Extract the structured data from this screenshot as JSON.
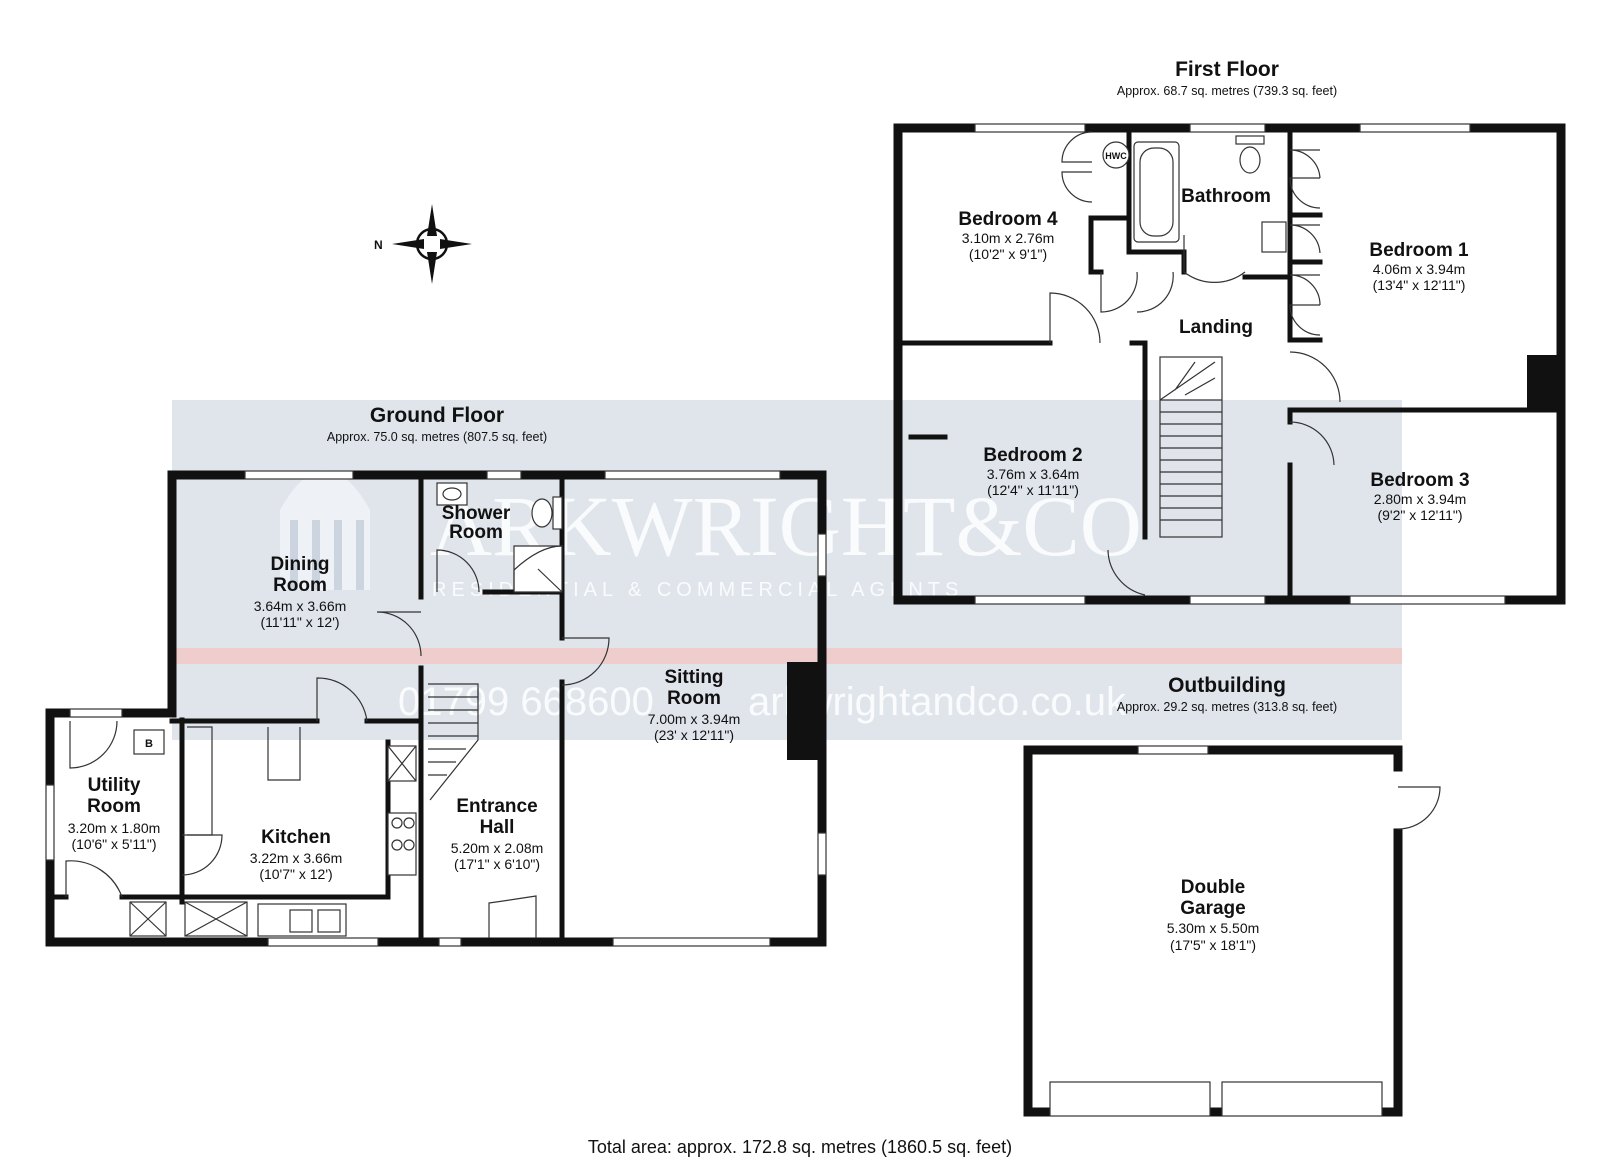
{
  "total_area": "Total area: approx. 172.8 sq. metres (1860.5 sq. feet)",
  "compass": {
    "label": "N"
  },
  "watermark": {
    "brand_name": "ARKWRIGHT&CO",
    "tagline": "RESIDENTIAL & COMMERCIAL AGENTS",
    "phone": "01799 668600",
    "website": "arkwrightandco.co.uk"
  },
  "floors": {
    "ground": {
      "title": "Ground Floor",
      "area": "Approx. 75.0 sq. metres (807.5 sq. feet)",
      "rooms": {
        "dining": {
          "name_line1": "Dining",
          "name_line2": "Room",
          "dim_m": "3.64m x 3.66m",
          "dim_ft": "(11'11\" x 12')"
        },
        "shower": {
          "name_line1": "Shower",
          "name_line2": "Room"
        },
        "sitting": {
          "name_line1": "Sitting",
          "name_line2": "Room",
          "dim_m": "7.00m x 3.94m",
          "dim_ft": "(23' x 12'11\")"
        },
        "utility": {
          "name_line1": "Utility",
          "name_line2": "Room",
          "dim_m": "3.20m x 1.80m",
          "dim_ft": "(10'6\" x 5'11\")"
        },
        "kitchen": {
          "name": "Kitchen",
          "dim_m": "3.22m x 3.66m",
          "dim_ft": "(10'7\" x 12')"
        },
        "entrance": {
          "name_line1": "Entrance",
          "name_line2": "Hall",
          "dim_m": "5.20m x 2.08m",
          "dim_ft": "(17'1\" x 6'10\")"
        }
      },
      "boiler_label": "B"
    },
    "first": {
      "title": "First Floor",
      "area": "Approx. 68.7 sq. metres (739.3 sq. feet)",
      "rooms": {
        "bedroom4": {
          "name": "Bedroom 4",
          "dim_m": "3.10m x 2.76m",
          "dim_ft": "(10'2\" x 9'1\")"
        },
        "bathroom": {
          "name": "Bathroom"
        },
        "bedroom1": {
          "name": "Bedroom 1",
          "dim_m": "4.06m x 3.94m",
          "dim_ft": "(13'4\" x 12'11\")"
        },
        "landing": {
          "name": "Landing"
        },
        "bedroom2": {
          "name": "Bedroom 2",
          "dim_m": "3.76m x 3.64m",
          "dim_ft": "(12'4\" x 11'11\")"
        },
        "bedroom3": {
          "name": "Bedroom 3",
          "dim_m": "2.80m x 3.94m",
          "dim_ft": "(9'2\" x 12'11\")"
        }
      },
      "hwc_label": "HWC"
    },
    "outbuilding": {
      "title": "Outbuilding",
      "area": "Approx. 29.2 sq. metres (313.8 sq. feet)",
      "rooms": {
        "garage": {
          "name_line1": "Double",
          "name_line2": "Garage",
          "dim_m": "5.30m x 5.50m",
          "dim_ft": "(17'5\" x 18'1\")"
        }
      }
    }
  }
}
